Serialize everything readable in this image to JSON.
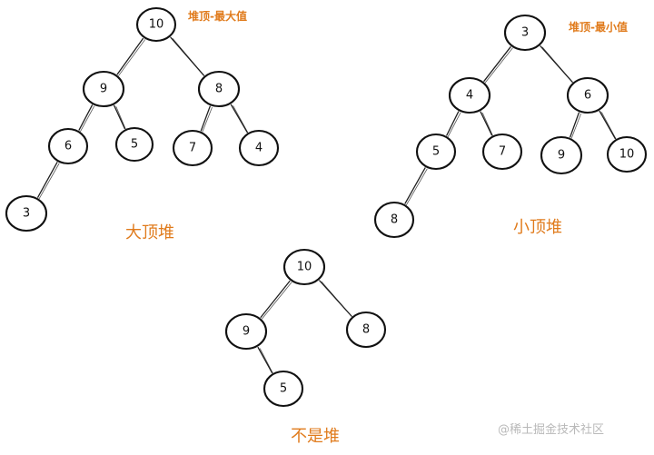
{
  "notes": {
    "max_heap": "堆顶-最大值",
    "min_heap": "堆顶-最小值"
  },
  "titles": {
    "max_heap": "大顶堆",
    "min_heap": "小顶堆",
    "not_heap": "不是堆"
  },
  "watermark": "@稀土掘金技术社区",
  "trees": {
    "max_heap": {
      "nodes": [
        {
          "id": "m1",
          "label": "10"
        },
        {
          "id": "m2",
          "label": "9"
        },
        {
          "id": "m3",
          "label": "8"
        },
        {
          "id": "m4",
          "label": "6"
        },
        {
          "id": "m5",
          "label": "5"
        },
        {
          "id": "m6",
          "label": "7"
        },
        {
          "id": "m7",
          "label": "4"
        },
        {
          "id": "m8",
          "label": "3"
        }
      ],
      "edges": [
        [
          "m1",
          "m2"
        ],
        [
          "m1",
          "m3"
        ],
        [
          "m2",
          "m4"
        ],
        [
          "m2",
          "m5"
        ],
        [
          "m3",
          "m6"
        ],
        [
          "m3",
          "m7"
        ],
        [
          "m4",
          "m8"
        ]
      ]
    },
    "min_heap": {
      "nodes": [
        {
          "id": "n1",
          "label": "3"
        },
        {
          "id": "n2",
          "label": "4"
        },
        {
          "id": "n3",
          "label": "6"
        },
        {
          "id": "n4",
          "label": "5"
        },
        {
          "id": "n5",
          "label": "7"
        },
        {
          "id": "n6",
          "label": "9"
        },
        {
          "id": "n7",
          "label": "10"
        },
        {
          "id": "n8",
          "label": "8"
        }
      ],
      "edges": [
        [
          "n1",
          "n2"
        ],
        [
          "n1",
          "n3"
        ],
        [
          "n2",
          "n4"
        ],
        [
          "n2",
          "n5"
        ],
        [
          "n3",
          "n6"
        ],
        [
          "n3",
          "n7"
        ],
        [
          "n4",
          "n8"
        ]
      ]
    },
    "not_heap": {
      "nodes": [
        {
          "id": "x1",
          "label": "10"
        },
        {
          "id": "x2",
          "label": "9"
        },
        {
          "id": "x3",
          "label": "8"
        },
        {
          "id": "x4",
          "label": "5"
        }
      ],
      "edges": [
        [
          "x1",
          "x2"
        ],
        [
          "x1",
          "x3"
        ],
        [
          "x2",
          "x4"
        ]
      ]
    }
  }
}
